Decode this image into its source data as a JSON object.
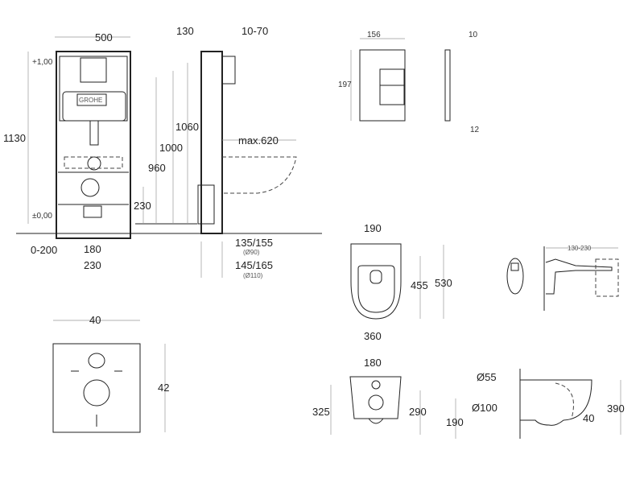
{
  "front_frame": {
    "width": "500",
    "level_top": "+1,00",
    "level_floor": "±0,00",
    "height_total": "1130",
    "h1060": "1060",
    "h1000": "1000",
    "h960": "960",
    "h230": "230",
    "offset": "0-200",
    "w180": "180",
    "w230": "230",
    "logo": "GROHE"
  },
  "side_frame": {
    "depth": "130",
    "wall": "10-70",
    "max_bowl": "max.620",
    "pipe90": "135/155",
    "pipe90_d": "(Ø90)",
    "pipe110": "145/165",
    "pipe110_d": "(Ø110)"
  },
  "flush_plate": {
    "width": "156",
    "height": "197",
    "thickness": "10",
    "depth": "12"
  },
  "bowl_top": {
    "bolt_spacing": "190",
    "seat_len": "455",
    "length": "530",
    "width": "360"
  },
  "bracket": {
    "range": "130-230"
  },
  "bowl_back": {
    "bolt_spacing": "180",
    "h325": "325",
    "h290": "290"
  },
  "bowl_side": {
    "d55": "Ø55",
    "d100": "Ø100",
    "h190": "190",
    "h40": "40",
    "h390": "390"
  },
  "pad": {
    "width": "40",
    "height": "42"
  }
}
